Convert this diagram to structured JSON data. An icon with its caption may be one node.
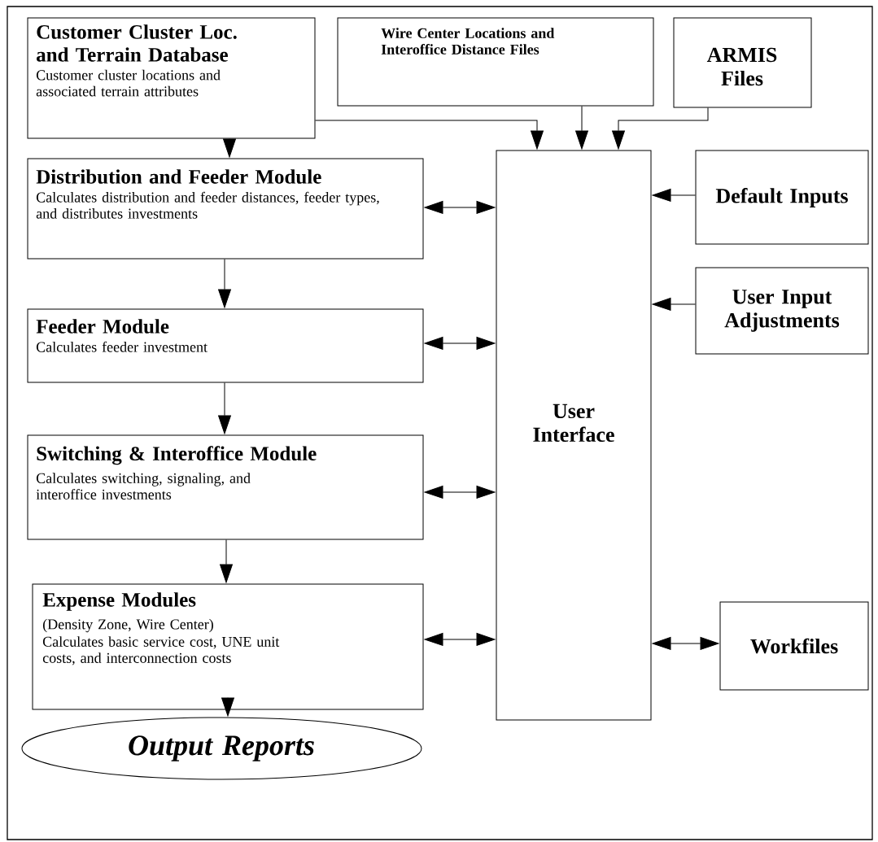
{
  "diagram": {
    "nodes": [
      {
        "text": [
          "Customer Cluster Loc. and Terrain Database",
          "Customer cluster locations and associated terrain attributes"
        ]
      },
      {
        "text": [
          "Wire Center Locations and Interoffice Distance Files"
        ]
      },
      {
        "text": [
          "ARMIS Files"
        ]
      },
      {
        "text": [
          "Distribution and Feeder Module",
          "Calculates distribution and feeder distances, feeder types, and distributes investments"
        ]
      },
      {
        "text": [
          "User Interface"
        ]
      },
      {
        "text": [
          "Default Inputs"
        ]
      },
      {
        "text": [
          "Feeder Module",
          "Calculates feeder investment"
        ]
      },
      {
        "text": [
          "User Input Adjustments"
        ]
      },
      {
        "text": [
          "Switching & Interoffice Module",
          "Calculates switching, signaling, and interoffice investments"
        ]
      },
      {
        "text": [
          "Expense Modules",
          "(Density Zone, Wire Center)",
          "Calculates basic service cost, UNE unit costs, and interconnection costs"
        ]
      },
      {
        "text": [
          "Workfiles"
        ]
      },
      {
        "text": [
          "Output Reports"
        ]
      }
    ],
    "edges": [
      {
        "from": 0,
        "to": 3,
        "arrow": "to"
      },
      {
        "from": 0,
        "to": 4,
        "arrow": "to"
      },
      {
        "from": 1,
        "to": 4,
        "arrow": "to"
      },
      {
        "from": 2,
        "to": 4,
        "arrow": "to"
      },
      {
        "from": 3,
        "to": 4,
        "arrow": "both"
      },
      {
        "from": 5,
        "to": 4,
        "arrow": "to"
      },
      {
        "from": 3,
        "to": 6,
        "arrow": "to"
      },
      {
        "from": 6,
        "to": 4,
        "arrow": "both"
      },
      {
        "from": 7,
        "to": 4,
        "arrow": "to"
      },
      {
        "from": 6,
        "to": 8,
        "arrow": "to"
      },
      {
        "from": 8,
        "to": 4,
        "arrow": "both"
      },
      {
        "from": 8,
        "to": 9,
        "arrow": "to"
      },
      {
        "from": 9,
        "to": 4,
        "arrow": "both"
      },
      {
        "from": 4,
        "to": 10,
        "arrow": "both"
      },
      {
        "from": 9,
        "to": 11,
        "arrow": "to"
      }
    ]
  }
}
